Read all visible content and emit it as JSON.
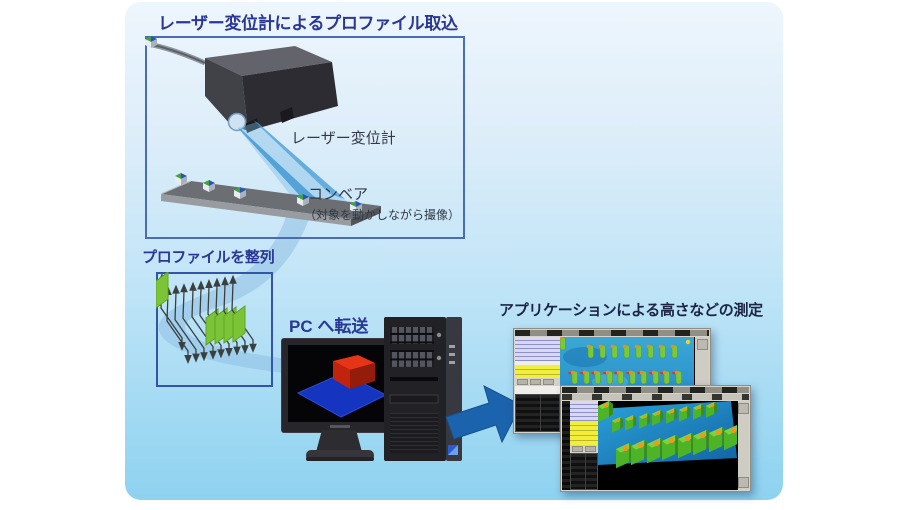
{
  "capture_section": {
    "title": "レーザー変位計によるプロファイル取込",
    "sensor_label": "レーザー変位計",
    "conveyor_label": "コンベア",
    "conveyor_note": "（対象を動かしながら撮像）"
  },
  "align_section": {
    "title": "プロファイルを整列"
  },
  "transfer": {
    "label": "PC へ転送"
  },
  "measurement_section": {
    "title": "アプリケーションによる高さなどの測定"
  },
  "icons": {
    "laser_sensor": "laser-displacement-sensor-illustration",
    "laser_beam": "laser-beam-fan",
    "conveyor": "conveyor-belt-with-parts",
    "profiles": "aligned-profile-lines-with-green-sections",
    "flow_swoosh": "blue-flow-ribbon",
    "pc": "desktop-pc-with-heightmap-screen",
    "arrow": "transfer-arrow-right",
    "app_windows": "measurement-application-windows"
  },
  "colors": {
    "panel_top": "#eef6fd",
    "panel_bottom": "#8ed2f0",
    "title_navy": "#2a3795",
    "measure_title_navy": "#1b2444",
    "box_border_blue": "#4a6cb4",
    "laser_beam_blue": "#3c96d2",
    "profile_green": "#7cc437",
    "arrow_blue": "#1b63ad",
    "heightmap_blue": "#1535c0",
    "heightmap_red": "#e63418",
    "app_map_cyan": "#2e9ed4",
    "app_object_green": "#6cc030",
    "sidebar_yellow": "#f2ef3c",
    "sidebar_lavender": "#d8d8f3"
  }
}
